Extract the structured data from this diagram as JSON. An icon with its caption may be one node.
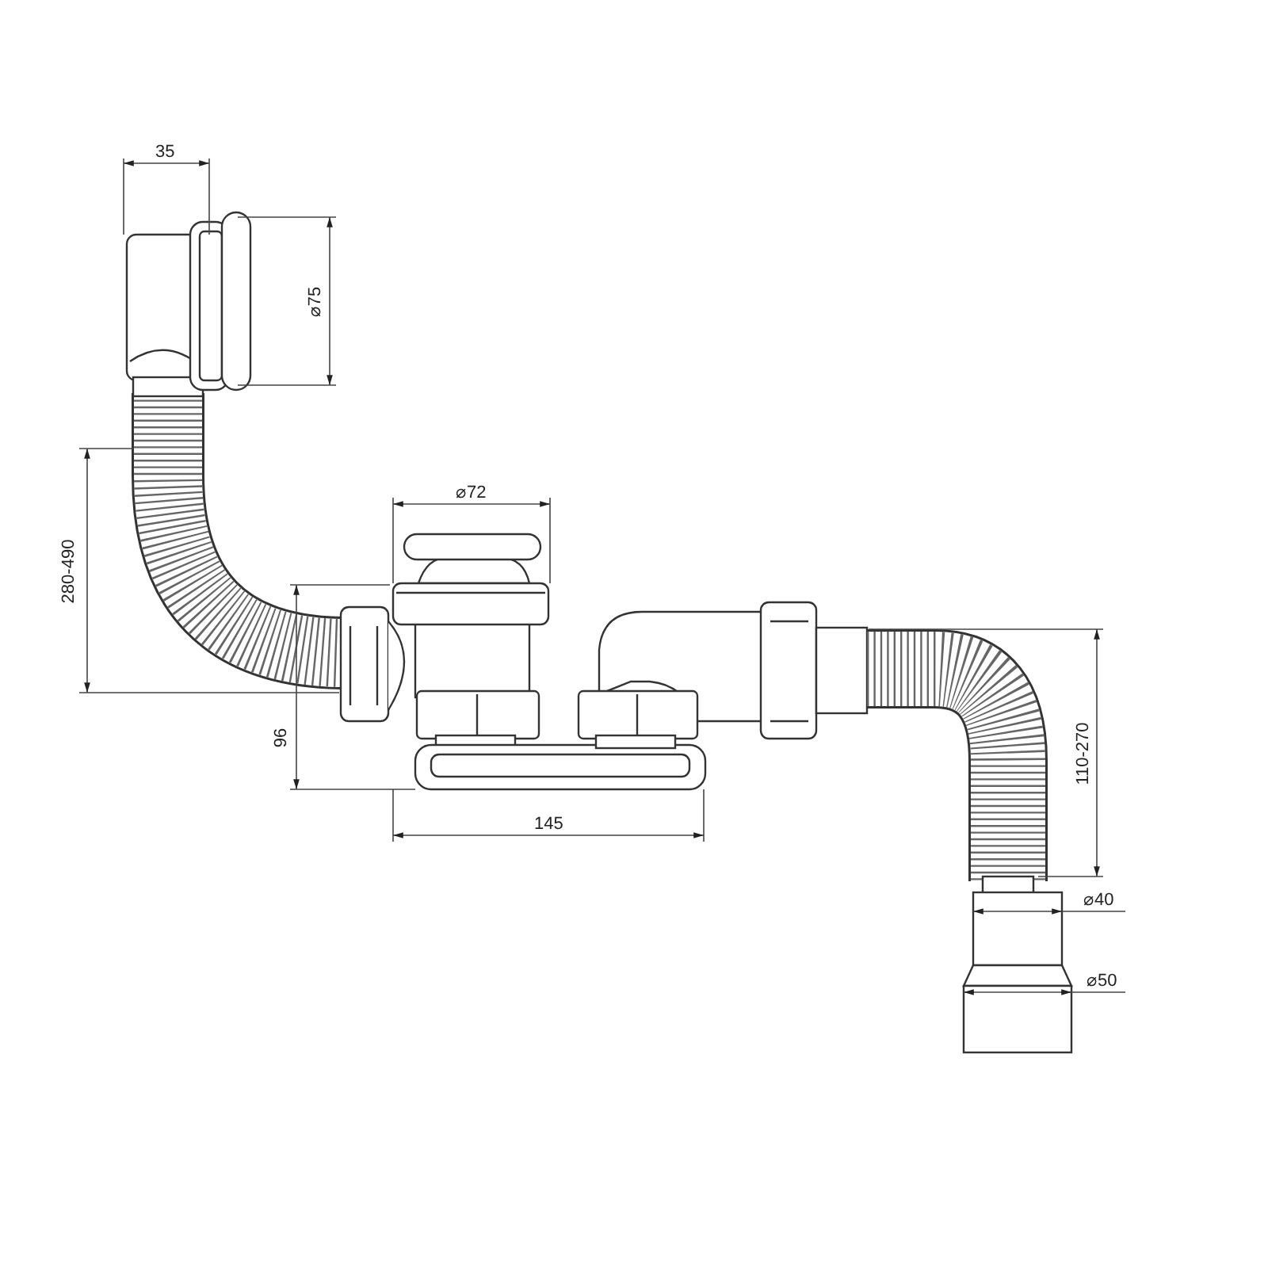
{
  "diagram": {
    "labels": [
      "35",
      "⌀75",
      "280-490",
      "⌀72",
      "96",
      "145",
      "110-270",
      "⌀40",
      "⌀50"
    ]
  }
}
